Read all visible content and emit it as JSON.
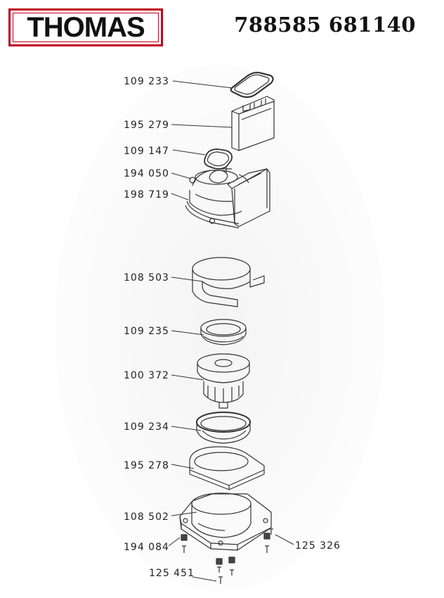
{
  "brand": {
    "name": "THOMAS",
    "color": "#c0001a"
  },
  "header": {
    "part_numbers": "788585 681140"
  },
  "parts": [
    {
      "id": "filter-gasket",
      "label": "109  233"
    },
    {
      "id": "filter-frame",
      "label": "195  279"
    },
    {
      "id": "small-gasket",
      "label": "109  147"
    },
    {
      "id": "top-cap",
      "label": "194  050"
    },
    {
      "id": "top-housing",
      "label": "198  719"
    },
    {
      "id": "motor-sleeve",
      "label": "108  503"
    },
    {
      "id": "upper-seal-ring",
      "label": "109  235"
    },
    {
      "id": "motor",
      "label": "100  372"
    },
    {
      "id": "lower-seal-ring",
      "label": "109  234"
    },
    {
      "id": "foam-plate",
      "label": "195  278"
    },
    {
      "id": "base-housing",
      "label": "108  502"
    },
    {
      "id": "rubber-foot",
      "label": "194  084"
    },
    {
      "id": "screw-right",
      "label": "125  326"
    },
    {
      "id": "screw-bottom",
      "label": "125  451"
    }
  ]
}
